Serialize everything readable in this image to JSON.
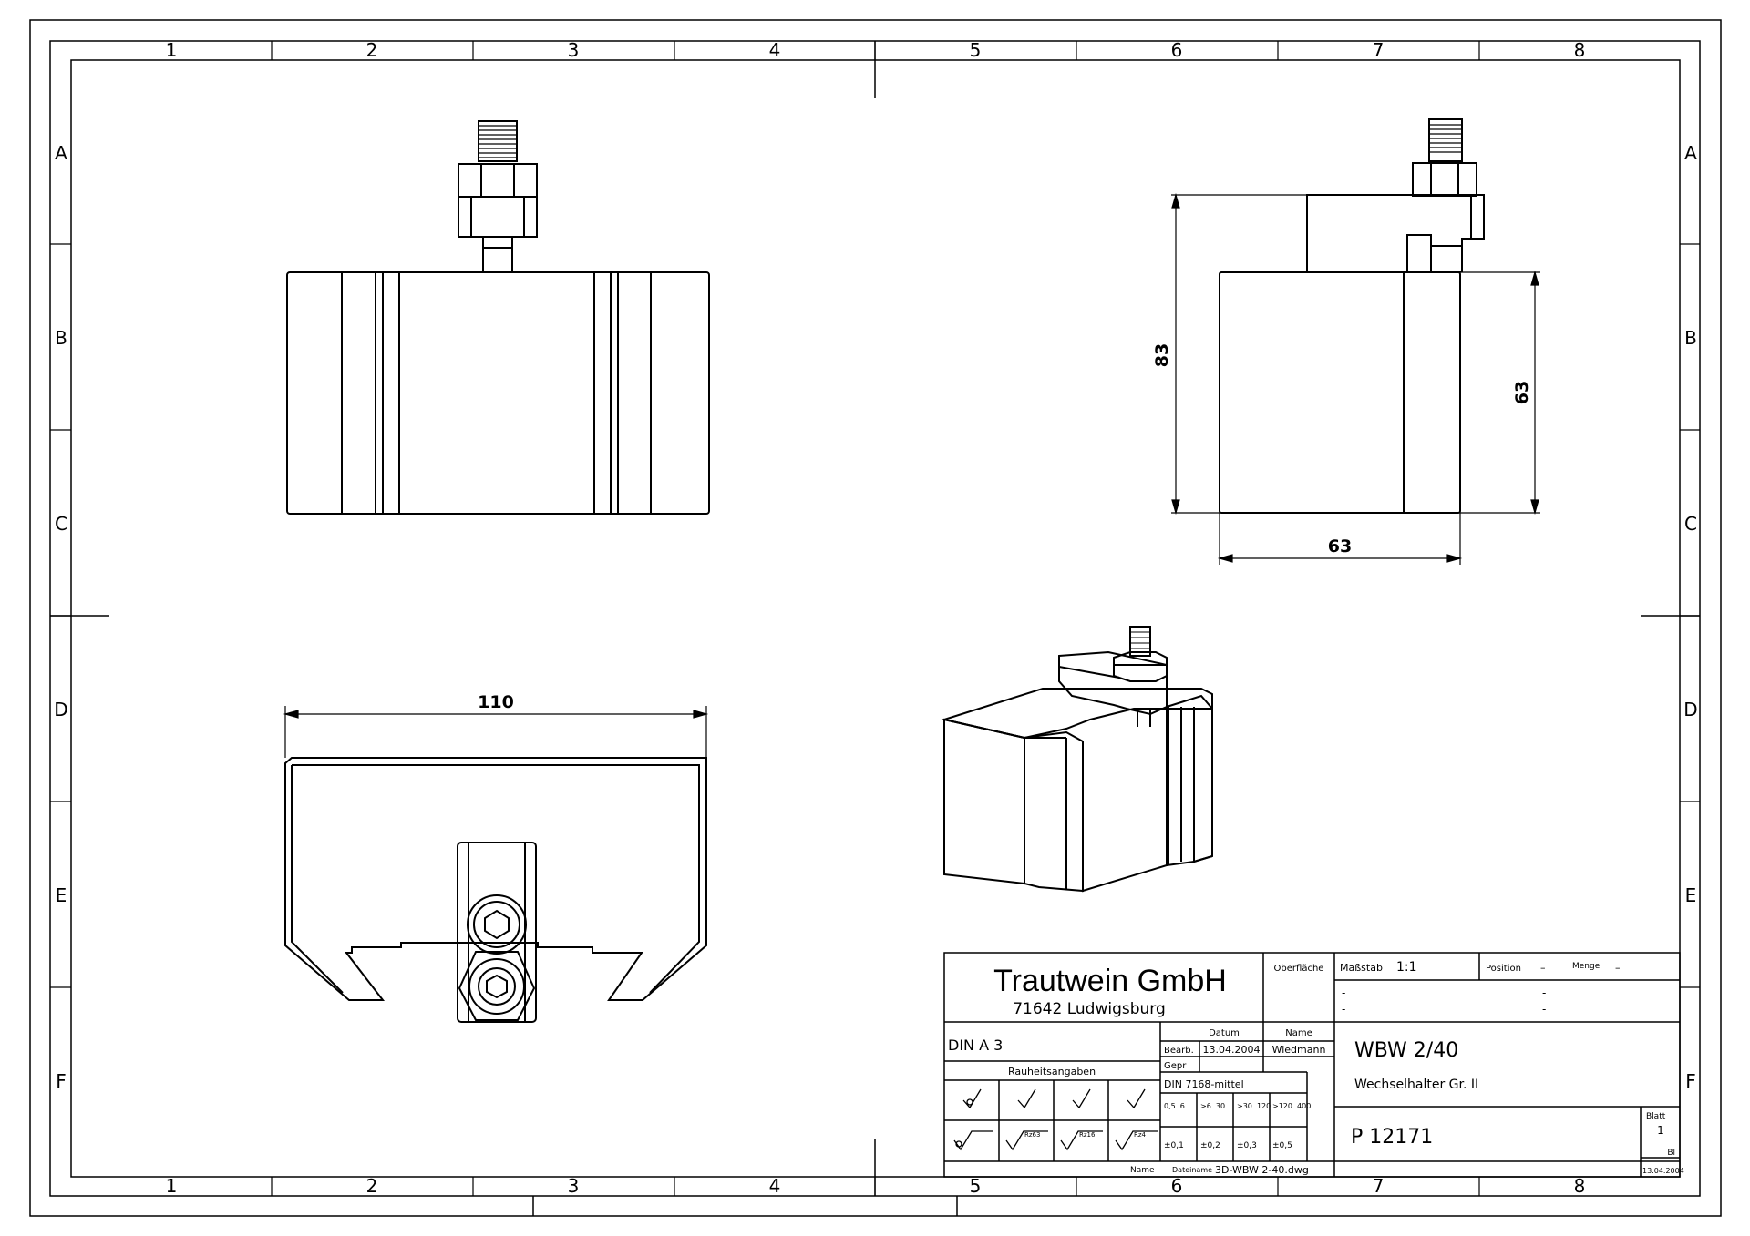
{
  "grid": {
    "columns": [
      "1",
      "2",
      "3",
      "4",
      "5",
      "6",
      "7",
      "8"
    ],
    "rows": [
      "A",
      "B",
      "C",
      "D",
      "E",
      "F"
    ]
  },
  "dimensions": {
    "height_total": "83",
    "height_body": "63",
    "width_side": "63",
    "width_front": "110"
  },
  "title_block": {
    "company": "Trautwein GmbH",
    "city": "71642 Ludwigsburg",
    "surface_label": "Oberfläche",
    "scale_label": "Maßstab",
    "scale_value": "1:1",
    "position_label": "Position",
    "position_value": "–",
    "quantity_label": "Menge",
    "quantity_value": "–",
    "dash1": "-",
    "dash2": "-",
    "dash3": "-",
    "dash4": "-",
    "format": "DIN A 3",
    "date_header": "Datum",
    "name_header": "Name",
    "edited_label": "Bearb.",
    "edited_date": "13.04.2004",
    "edited_name": "Wiedmann",
    "checked_label": "Gepr",
    "roughness_label": "Rauheitsangaben",
    "tolerance_standard": "DIN 7168-mittel",
    "tolerance_ranges": [
      "0,5 .6",
      ">6 .30",
      ">30 .120",
      ">120 .400"
    ],
    "tolerance_values": [
      "±0,1",
      "±0,2",
      "±0,3",
      "±0,5"
    ],
    "roughness_symbols": [
      "Rz63",
      "Rz16",
      "Rz4"
    ],
    "part_name": "WBW 2/40",
    "part_desc": "Wechselhalter Gr. II",
    "drawing_number": "P 12171",
    "sheet_label": "Blatt",
    "sheet_value": "1",
    "sheets_label": "Bl",
    "name_footer": "Name",
    "file_label": "Dateiname",
    "file_name": "3D-WBW 2-40.dwg",
    "footer_date": "13.04.2004"
  }
}
